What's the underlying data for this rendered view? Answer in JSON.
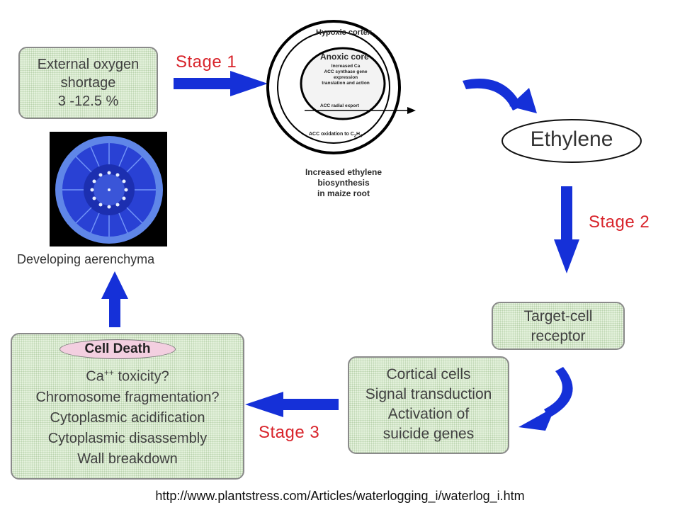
{
  "oxygen_box": {
    "lines": [
      "External oxygen",
      "shortage",
      "3 -12.5 %"
    ]
  },
  "stages": {
    "stage1": "Stage 1",
    "stage2": "Stage 2",
    "stage3": "Stage 3"
  },
  "cortex": {
    "outer_label": "Hypoxic cortex",
    "core_label": "Anoxic core",
    "core_lines": [
      "Increased Ca",
      "ACC synthase gene",
      "expression",
      "translation and action"
    ],
    "export_label": "ACC radial export",
    "oxidation_label": "ACC oxidation to C",
    "oxidation_sub1": "2",
    "oxidation_mid": "H",
    "oxidation_sub2": "4"
  },
  "biosynthesis": {
    "lines": [
      "Increased ethylene",
      "biosynthesis",
      "in maize root"
    ]
  },
  "ethylene": "Ethylene",
  "target_box": {
    "lines": [
      "Target-cell",
      "receptor"
    ]
  },
  "cortical_box": {
    "lines": [
      "Cortical cells",
      "Signal transduction",
      "Activation of",
      "suicide genes"
    ]
  },
  "death_box": {
    "title": "Cell Death",
    "line1_a": "Ca",
    "line1_sup": "++",
    "line1_b": " toxicity?",
    "lines": [
      "Chromosome fragmentation?",
      "Cytoplasmic acidification",
      "Cytoplasmic disassembly",
      "Wall breakdown"
    ]
  },
  "aerenchyma_label": "Developing aerenchyma",
  "source_url": "http://www.plantstress.com/Articles/waterlogging_i/waterlog_i.htm",
  "colors": {
    "arrow_blue": "#1530d8",
    "stage_red": "#d8232a",
    "box_green": "#e4f1dc"
  }
}
